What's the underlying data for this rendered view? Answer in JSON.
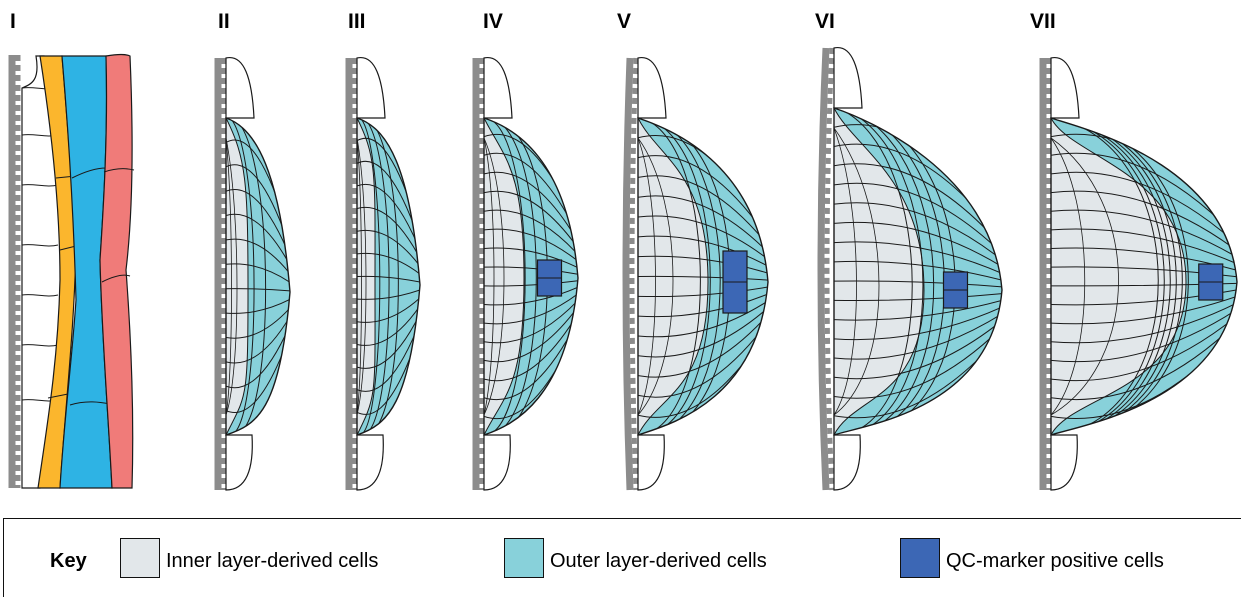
{
  "stages": [
    "I",
    "II",
    "III",
    "IV",
    "V",
    "VI",
    "VII"
  ],
  "key": {
    "title": "Key",
    "items": [
      {
        "label": "Inner layer-derived cells",
        "color": "#e2e7ea"
      },
      {
        "label": "Outer layer-derived cells",
        "color": "#88d1da"
      },
      {
        "label": "QC-marker positive cells",
        "color": "#3c67b5"
      }
    ]
  },
  "colors": {
    "stele": "#8c8c8c",
    "pericycle_inner": "#ffffff",
    "endodermis": "#fbb62d",
    "cortex": "#2eb3e4",
    "epidermis": "#f07b79",
    "inner": "#e2e7ea",
    "outer": "#88d1da",
    "qc": "#3c67b5",
    "cell_line": "#1a1a1a"
  }
}
